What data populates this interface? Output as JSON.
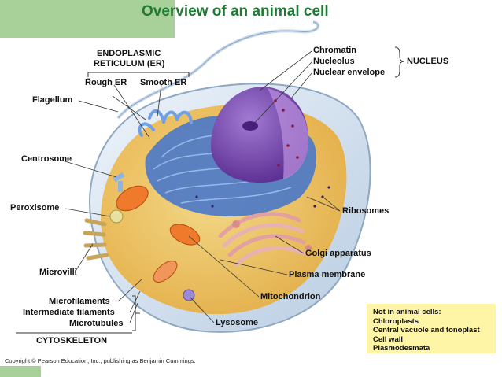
{
  "title": "Overview of an animal cell",
  "labels": {
    "er_group_line1": "ENDOPLASMIC",
    "er_group_line2": "RETICULUM (ER)",
    "rough_er": "Rough ER",
    "smooth_er": "Smooth ER",
    "flagellum": "Flagellum",
    "centrosome": "Centrosome",
    "peroxisome": "Peroxisome",
    "microvilli": "Microvilli",
    "microfilaments": "Microfilaments",
    "intermediate_filaments": "Intermediate filaments",
    "microtubules": "Microtubules",
    "cytoskeleton": "CYTOSKELETON",
    "chromatin": "Chromatin",
    "nucleolus": "Nucleolus",
    "nuclear_envelope": "Nuclear envelope",
    "nucleus": "NUCLEUS",
    "ribosomes": "Ribosomes",
    "golgi": "Golgi apparatus",
    "plasma_membrane": "Plasma membrane",
    "mitochondrion": "Mitochondrion",
    "lysosome": "Lysosome"
  },
  "not_in_animal": {
    "heading": "Not in animal cells:",
    "items": [
      "Chloroplasts",
      "Central vacuole and tonoplast",
      "Cell wall",
      "Plasmodesmata"
    ]
  },
  "copyright": "Copyright © Pearson Education, Inc., publishing as Benjamin Cummings.",
  "colors": {
    "title_bar": "#a8d19a",
    "title_text": "#1f7a34",
    "note_box": "#fff5a6",
    "cytoplasm": "#f2c04a",
    "er": "#3f6fc4",
    "nucleus": "#7a4bb0",
    "golgi": "#e9a9a9",
    "mitochondria": "#f07a2a"
  }
}
